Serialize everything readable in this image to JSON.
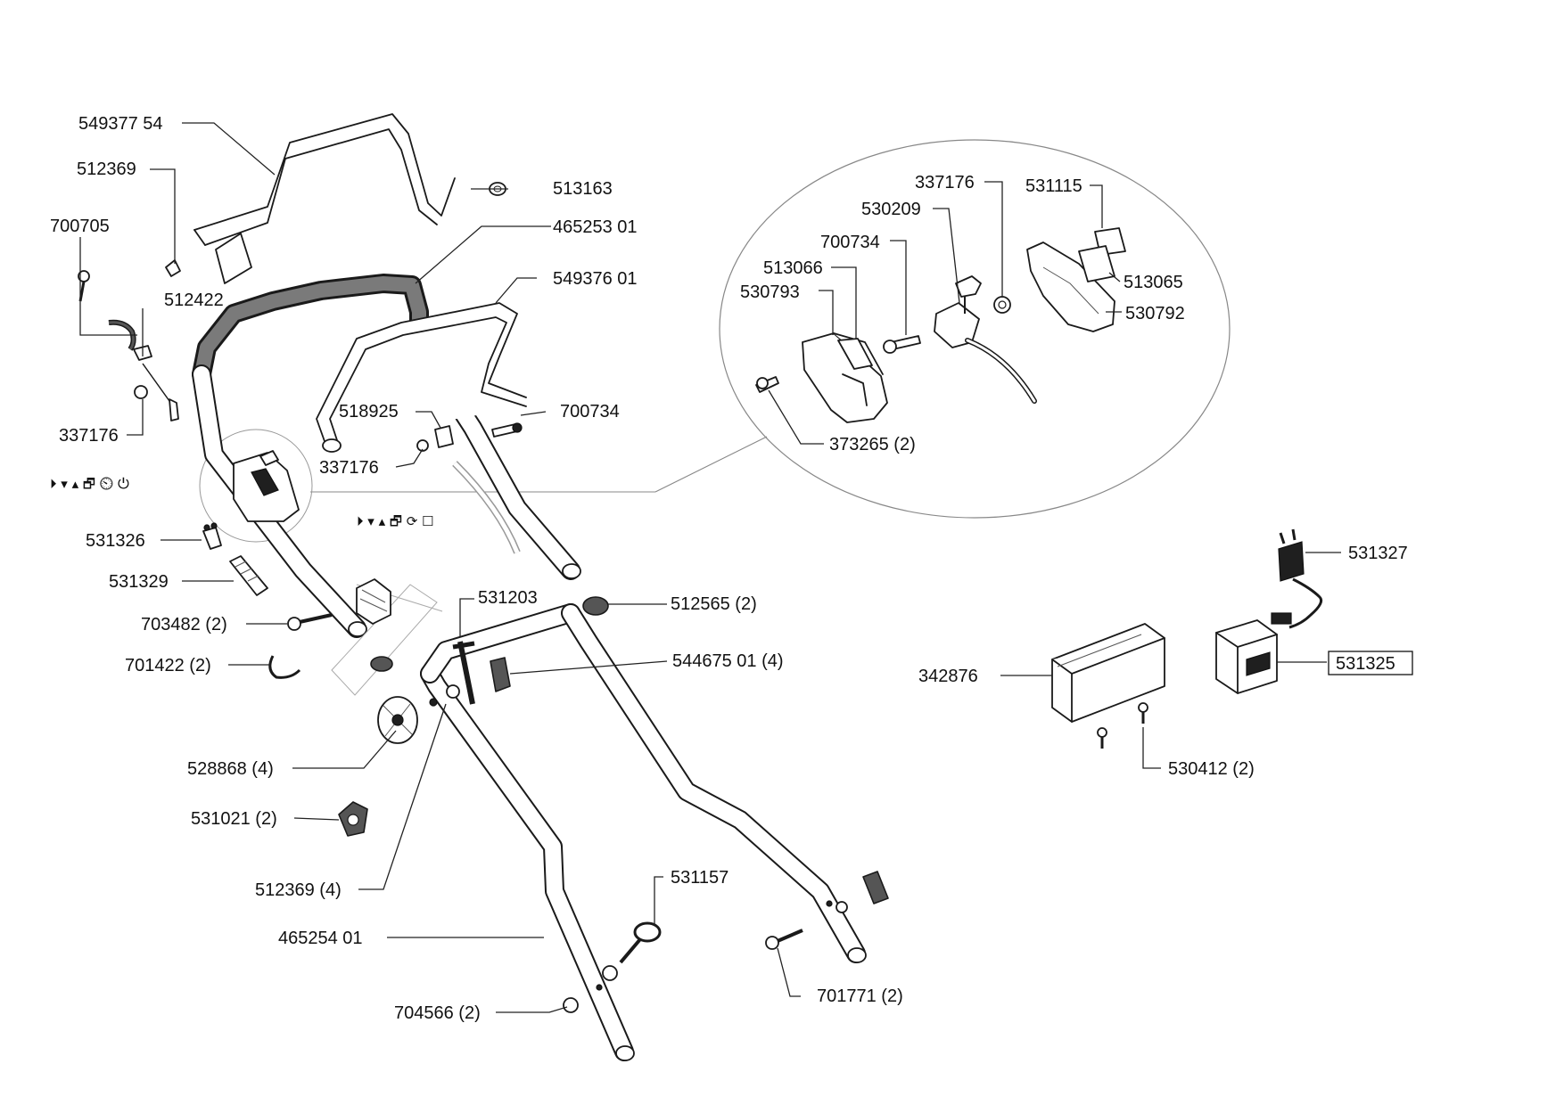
{
  "labels": {
    "p549377_54": "549377 54",
    "p512369_top": "512369",
    "p700705": "700705",
    "p512422": "512422",
    "p337176_left": "337176",
    "p513163": "513163",
    "p465253_01": "465253 01",
    "p549376_01": "549376 01",
    "p518925": "518925",
    "p700734_mid": "700734",
    "p337176_mid": "337176",
    "p531326": "531326",
    "p531329": "531329",
    "p703482": "703482 (2)",
    "p701422": "701422 (2)",
    "p531203": "531203",
    "p512565": "512565 (2)",
    "p544675": "544675 01 (4)",
    "p528868": "528868 (4)",
    "p531021": "531021 (2)",
    "p512369_4": "512369 (4)",
    "p465254_01": "465254 01",
    "p531157": "531157",
    "p704566": "704566 (2)",
    "p701771": "701771 (2)",
    "p337176_detail": "337176",
    "p531115": "531115",
    "p530209": "530209",
    "p700734_detail": "700734",
    "p513066": "513066",
    "p530793": "530793",
    "p513065": "513065",
    "p530792": "530792",
    "p373265": "373265 (2)",
    "p531327": "531327",
    "p342876": "342876",
    "p531325": "531325",
    "p530412": "530412 (2)"
  },
  "icons": {
    "glyph_row_1": [
      "play-icon",
      "down-icon",
      "up-icon",
      "windows-icon",
      "clock-icon",
      "power-icon"
    ],
    "glyph_row_2": [
      "play-icon",
      "down-icon",
      "up-icon",
      "windows-icon",
      "sync-icon",
      "square-icon"
    ]
  },
  "glyph_row_1_text": "⏵ ▾ ▴ 🗗 ⏲ ⏻",
  "glyph_row_2_text": "⏵ ▾ ▴ 🗗 ⟳ ☐"
}
